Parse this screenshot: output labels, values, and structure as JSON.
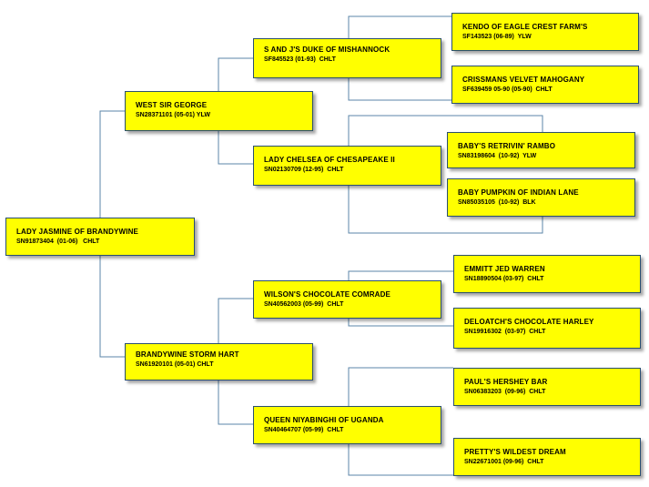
{
  "pedigree": {
    "subject": {
      "name": "LADY JASMINE OF BRANDYWINE",
      "reg": "SN91873404  (01-06)   CHLT"
    },
    "sire": {
      "name": "WEST SIR GEORGE",
      "reg": "SN28371101 (05-01) YLW"
    },
    "dam": {
      "name": "BRANDYWINE STORM HART",
      "reg": "SN61920101 (05-01) CHLT"
    },
    "sire_sire": {
      "name": "S AND J'S DUKE OF MISHANNOCK",
      "reg": "SF845523 (01-93)  CHLT"
    },
    "sire_dam": {
      "name": "LADY CHELSEA OF CHESAPEAKE II",
      "reg": "SN02130709 (12-95)  CHLT"
    },
    "dam_sire": {
      "name": "WILSON'S CHOCOLATE COMRADE",
      "reg": "SN40562003 (05-99)  CHLT"
    },
    "dam_dam": {
      "name": "QUEEN NIYABINGHI OF UGANDA",
      "reg": "SN40464707 (05-99)  CHLT"
    },
    "ggp": [
      {
        "name": "KENDO OF EAGLE CREST FARM'S",
        "reg": "SF143523 (06-89)  YLW"
      },
      {
        "name": "CRISSMANS VELVET MAHOGANY",
        "reg": "SF639459 05-90 (05-90)  CHLT"
      },
      {
        "name": "BABY'S RETRIVIN' RAMBO",
        "reg": "SN83198604  (10-92)  YLW"
      },
      {
        "name": "BABY PUMPKIN OF INDIAN LANE",
        "reg": "SN85035105  (10-92)  BLK"
      },
      {
        "name": "EMMITT JED WARREN",
        "reg": "SN18890504 (03-97)  CHLT"
      },
      {
        "name": "DELOATCH'S CHOCOLATE HARLEY",
        "reg": "SN19916302  (03-97)  CHLT"
      },
      {
        "name": "PAUL'S HERSHEY BAR",
        "reg": "SN06383203  (09-96)  CHLT"
      },
      {
        "name": "PRETTY'S WILDEST DREAM",
        "reg": "SN22671001 (09-96)  CHLT"
      }
    ]
  },
  "colors": {
    "box_fill": "#ffff00",
    "connector": "#5b86a8",
    "border": "#2a4f6e"
  }
}
